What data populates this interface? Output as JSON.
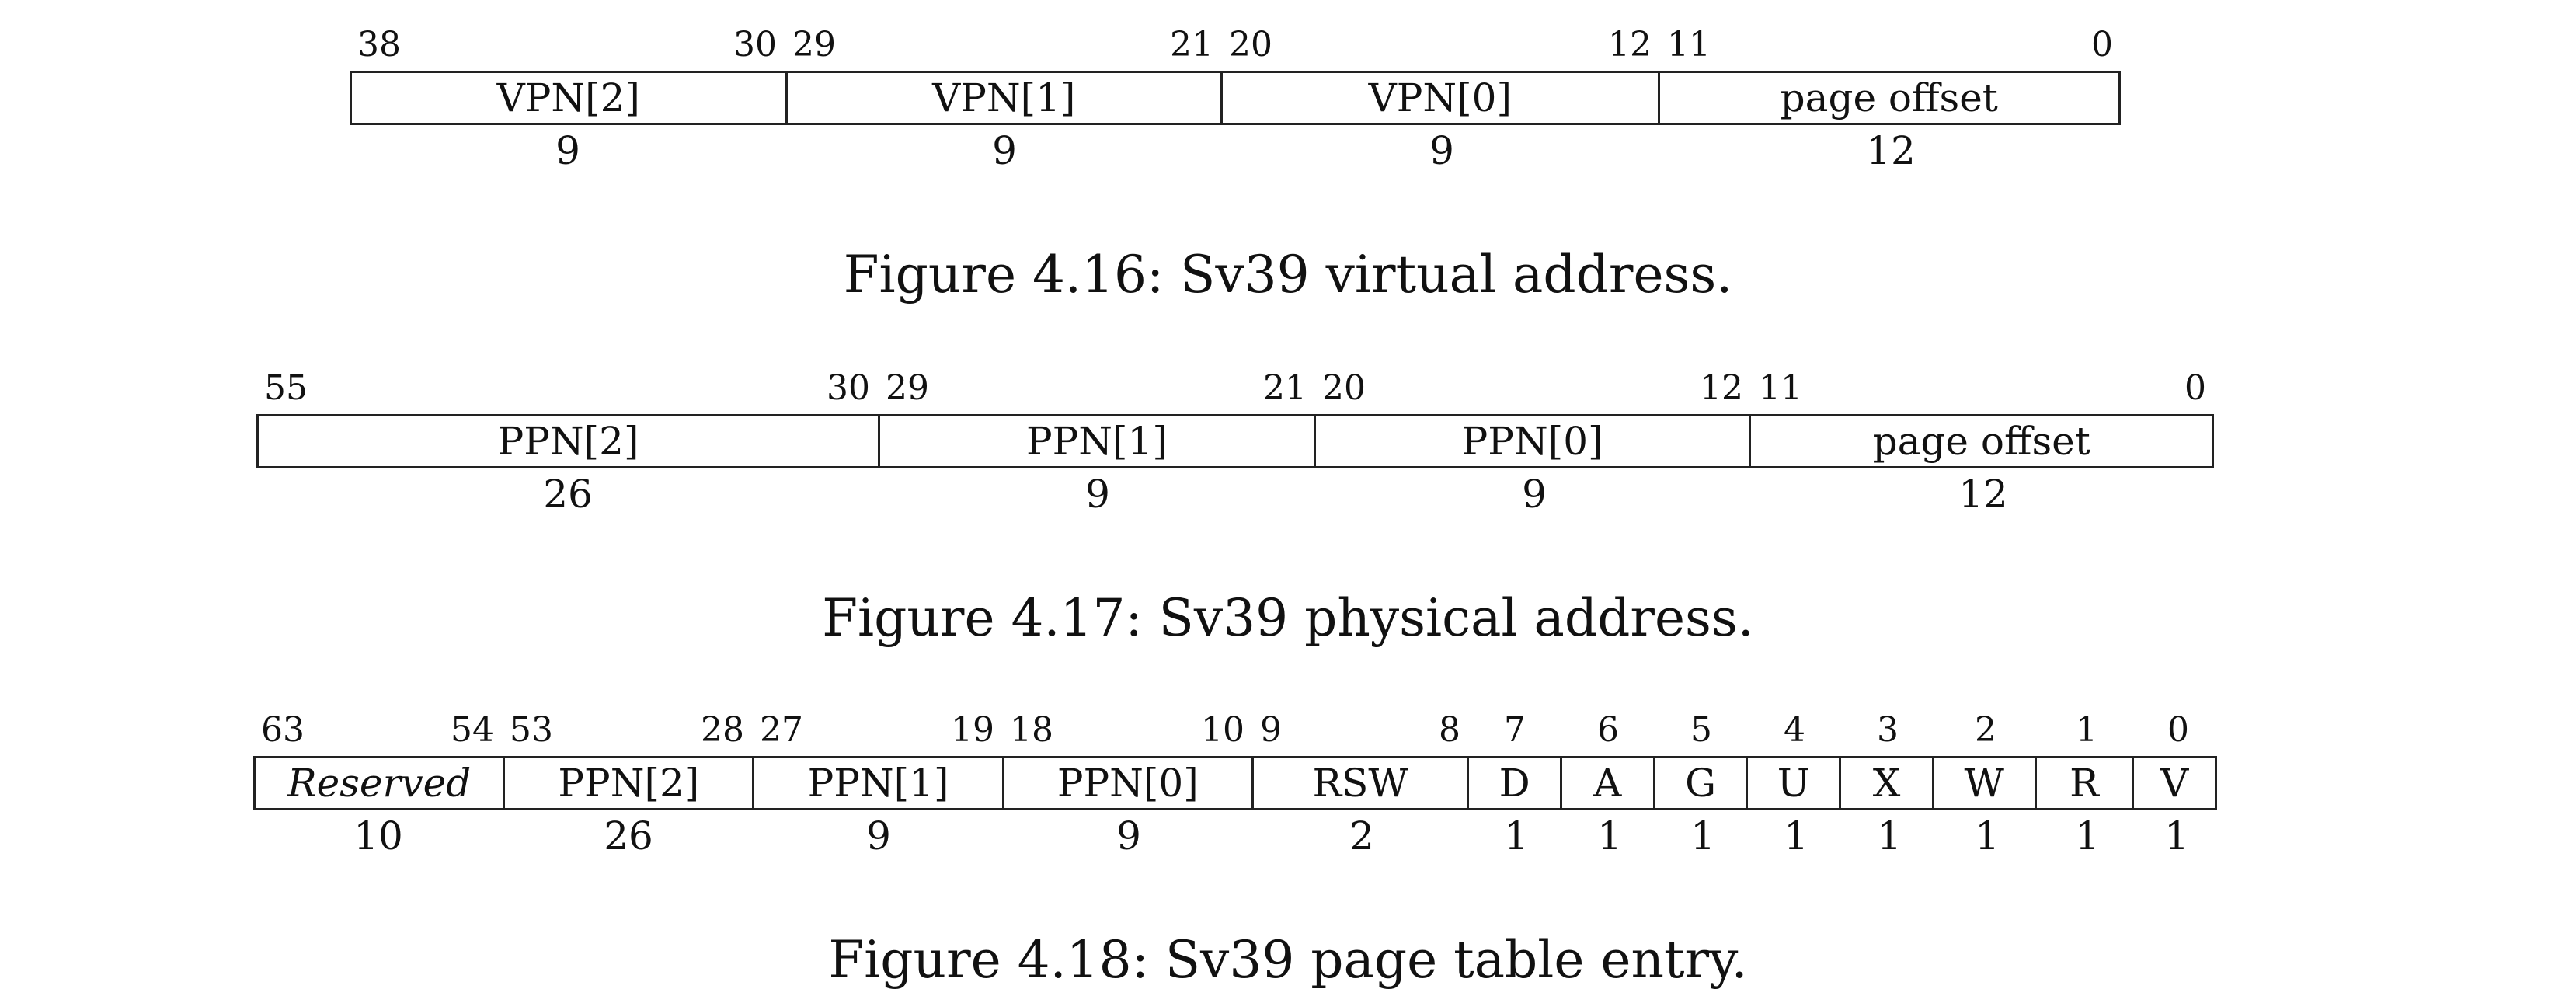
{
  "figures": [
    {
      "caption": "Figure 4.16: Sv39 virtual address.",
      "fields": [
        {
          "label": "VPN[2]",
          "hi": "38",
          "lo": "30",
          "width": "9",
          "italic": false
        },
        {
          "label": "VPN[1]",
          "hi": "29",
          "lo": "21",
          "width": "9",
          "italic": false
        },
        {
          "label": "VPN[0]",
          "hi": "20",
          "lo": "12",
          "width": "9",
          "italic": false
        },
        {
          "label": "page offset",
          "hi": "11",
          "lo": "0",
          "width": "12",
          "italic": false
        }
      ]
    },
    {
      "caption": "Figure 4.17: Sv39 physical address.",
      "fields": [
        {
          "label": "PPN[2]",
          "hi": "55",
          "lo": "30",
          "width": "26",
          "italic": false
        },
        {
          "label": "PPN[1]",
          "hi": "29",
          "lo": "21",
          "width": "9",
          "italic": false
        },
        {
          "label": "PPN[0]",
          "hi": "20",
          "lo": "12",
          "width": "9",
          "italic": false
        },
        {
          "label": "page offset",
          "hi": "11",
          "lo": "0",
          "width": "12",
          "italic": false
        }
      ]
    },
    {
      "caption": "Figure 4.18: Sv39 page table entry.",
      "fields": [
        {
          "label": "Reserved",
          "hi": "63",
          "lo": "54",
          "width": "10",
          "italic": true
        },
        {
          "label": "PPN[2]",
          "hi": "53",
          "lo": "28",
          "width": "26",
          "italic": false
        },
        {
          "label": "PPN[1]",
          "hi": "27",
          "lo": "19",
          "width": "9",
          "italic": false
        },
        {
          "label": "PPN[0]",
          "hi": "18",
          "lo": "10",
          "width": "9",
          "italic": false
        },
        {
          "label": "RSW",
          "hi": "9",
          "lo": "8",
          "width": "2",
          "italic": false
        },
        {
          "label": "D",
          "hi": "7",
          "lo": "",
          "width": "1",
          "italic": false
        },
        {
          "label": "A",
          "hi": "6",
          "lo": "",
          "width": "1",
          "italic": false
        },
        {
          "label": "G",
          "hi": "5",
          "lo": "",
          "width": "1",
          "italic": false
        },
        {
          "label": "U",
          "hi": "4",
          "lo": "",
          "width": "1",
          "italic": false
        },
        {
          "label": "X",
          "hi": "3",
          "lo": "",
          "width": "1",
          "italic": false
        },
        {
          "label": "W",
          "hi": "2",
          "lo": "",
          "width": "1",
          "italic": false
        },
        {
          "label": "R",
          "hi": "1",
          "lo": "",
          "width": "1",
          "italic": false
        },
        {
          "label": "V",
          "hi": "0",
          "lo": "",
          "width": "1",
          "italic": false
        }
      ]
    }
  ]
}
